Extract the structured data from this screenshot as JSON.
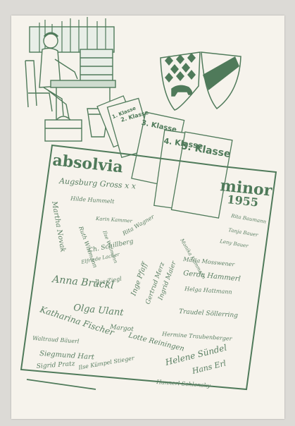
{
  "classes": {
    "tab_1": "1. Klasse",
    "tab_2": "2. Klasse",
    "tab_3": "3. Klasse",
    "tab_4": "4. Klasse",
    "tab_5": "5. Klasse"
  },
  "title": {
    "left": "absolvia",
    "right": "minor",
    "year": "1955"
  },
  "signatures": [
    "Augsburg Gross x x",
    "Hilde Hummelt",
    "Martha Novak",
    "Karin Kammer",
    "Ruth Wittmann",
    "Ch. Schillberg",
    "Elfriede Lacher",
    "Ilse Widmann",
    "Rita Wagner",
    "Anna Brückl",
    "Olga Ulant",
    "Katharina Fischer",
    "Ilse Ziegl",
    "Margot",
    "Inge Pfaff",
    "Gertrud Merz",
    "Ingrid Maier",
    "Waltraud Bäuerl",
    "Siegmund Hart",
    "Sigrid Pratz",
    "Ilse Kümpel Stieger",
    "Lotte Reiningen",
    "Monika Kammann",
    "Maria Mosswener",
    "Gerda Hammerl",
    "Helga Hattmann",
    "Traudel Söllerring",
    "Hermine Traubenberger",
    "Helene Sündel",
    "Hans Erl",
    "Hannerl Schlensky",
    "Rita Baumann",
    "Tanja Bauer",
    "Leny Bauer"
  ],
  "colors": {
    "ink": "#4f7a5a",
    "paper": "#f6f3ec",
    "backdrop": "#dcdad6"
  }
}
